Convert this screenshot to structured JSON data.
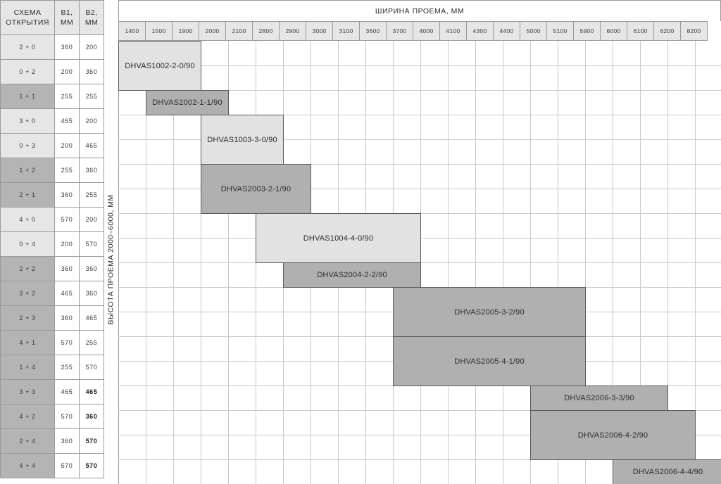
{
  "chart_data": {
    "type": "table",
    "title": "ШИРИНА ПРОЕМА, ММ",
    "ylabel": "ВЫСОТА ПРОЕМА 2000–6000, ММ",
    "xlabel": "",
    "grid": true,
    "legend": "",
    "categories": [
      "1400",
      "1500",
      "1900",
      "2000",
      "2100",
      "2800",
      "2900",
      "3000",
      "3100",
      "3600",
      "3700",
      "4000",
      "4100",
      "4300",
      "4400",
      "5000",
      "5100",
      "5900",
      "6000",
      "6100",
      "6200",
      "8200"
    ],
    "row_labels": [
      "2 + 0",
      "0 + 2",
      "1 + 1",
      "3 + 0",
      "0 + 3",
      "1 + 2",
      "2 + 1",
      "4 + 0",
      "0 + 4",
      "2 + 2",
      "3 + 2",
      "2 + 3",
      "4 + 1",
      "1 + 4",
      "3 + 3",
      "4 + 2",
      "2 + 4",
      "4 + 4"
    ],
    "series": [
      {
        "name": "DHVAS1002-2-0/90",
        "col_start": 0,
        "col_span": 3,
        "row_start": 0,
        "row_span": 2,
        "shade": "light"
      },
      {
        "name": "DHVAS2002-1-1/90",
        "col_start": 1,
        "col_span": 3,
        "row_start": 2,
        "row_span": 1,
        "shade": "dark"
      },
      {
        "name": "DHVAS1003-3-0/90",
        "col_start": 3,
        "col_span": 3,
        "row_start": 3,
        "row_span": 2,
        "shade": "light"
      },
      {
        "name": "DHVAS2003-2-1/90",
        "col_start": 3,
        "col_span": 4,
        "row_start": 5,
        "row_span": 2,
        "shade": "dark"
      },
      {
        "name": "DHVAS1004-4-0/90",
        "col_start": 5,
        "col_span": 6,
        "row_start": 7,
        "row_span": 2,
        "shade": "light"
      },
      {
        "name": "DHVAS2004-2-2/90",
        "col_start": 6,
        "col_span": 5,
        "row_start": 9,
        "row_span": 1,
        "shade": "dark"
      },
      {
        "name": "DHVAS2005-3-2/90",
        "col_start": 10,
        "col_span": 7,
        "row_start": 10,
        "row_span": 2,
        "shade": "dark"
      },
      {
        "name": "DHVAS2005-4-1/90",
        "col_start": 10,
        "col_span": 7,
        "row_start": 12,
        "row_span": 2,
        "shade": "dark"
      },
      {
        "name": "DHVAS2006-3-3/90",
        "col_start": 15,
        "col_span": 5,
        "row_start": 14,
        "row_span": 1,
        "shade": "dark"
      },
      {
        "name": "DHVAS2006-4-2/90",
        "col_start": 15,
        "col_span": 6,
        "row_start": 15,
        "row_span": 2,
        "shade": "dark"
      },
      {
        "name": "DHVAS2006-4-4/90",
        "col_start": 18,
        "col_span": 4,
        "row_start": 17,
        "row_span": 1,
        "shade": "dark"
      }
    ]
  },
  "left_table": {
    "headers": {
      "scheme": "СХЕМА\nОТКРЫТИЯ",
      "scheme_line1": "СХЕМА",
      "scheme_line2": "ОТКРЫТИЯ",
      "b1_line1": "B1,",
      "b1_line2": "ММ",
      "b2_line1": "B2,",
      "b2_line2": "ММ"
    },
    "rows": [
      {
        "scheme": "2 + 0",
        "b1": "360",
        "b2": "200",
        "shade": "light",
        "bold": false
      },
      {
        "scheme": "0 + 2",
        "b1": "200",
        "b2": "360",
        "shade": "light",
        "bold": false
      },
      {
        "scheme": "1 + 1",
        "b1": "255",
        "b2": "255",
        "shade": "dark",
        "bold": false
      },
      {
        "scheme": "3 + 0",
        "b1": "465",
        "b2": "200",
        "shade": "light",
        "bold": false
      },
      {
        "scheme": "0 + 3",
        "b1": "200",
        "b2": "465",
        "shade": "light",
        "bold": false
      },
      {
        "scheme": "1 + 2",
        "b1": "255",
        "b2": "360",
        "shade": "dark",
        "bold": false
      },
      {
        "scheme": "2 + 1",
        "b1": "360",
        "b2": "255",
        "shade": "dark",
        "bold": false
      },
      {
        "scheme": "4 + 0",
        "b1": "570",
        "b2": "200",
        "shade": "light",
        "bold": false
      },
      {
        "scheme": "0 + 4",
        "b1": "200",
        "b2": "570",
        "shade": "light",
        "bold": false
      },
      {
        "scheme": "2 + 2",
        "b1": "360",
        "b2": "360",
        "shade": "dark",
        "bold": false
      },
      {
        "scheme": "3 + 2",
        "b1": "465",
        "b2": "360",
        "shade": "dark",
        "bold": false
      },
      {
        "scheme": "2 + 3",
        "b1": "360",
        "b2": "465",
        "shade": "dark",
        "bold": false
      },
      {
        "scheme": "4 + 1",
        "b1": "570",
        "b2": "255",
        "shade": "dark",
        "bold": false
      },
      {
        "scheme": "1 + 4",
        "b1": "255",
        "b2": "570",
        "shade": "dark",
        "bold": false
      },
      {
        "scheme": "3 + 3",
        "b1": "465",
        "b2": "465",
        "shade": "dark",
        "bold": true
      },
      {
        "scheme": "4 + 2",
        "b1": "570",
        "b2": "360",
        "shade": "dark",
        "bold": true
      },
      {
        "scheme": "2 + 4",
        "b1": "360",
        "b2": "570",
        "shade": "dark",
        "bold": true
      },
      {
        "scheme": "4 + 4",
        "b1": "570",
        "b2": "570",
        "shade": "dark",
        "bold": true
      }
    ]
  },
  "colors": {
    "header_fill": "#e6e6e6",
    "row_dark": "#b4b4b4",
    "block_light": "#e2e2e2",
    "block_dark": "#b0b0b0",
    "grid_line": "#c9c9c9",
    "border": "#9a9a9a"
  }
}
